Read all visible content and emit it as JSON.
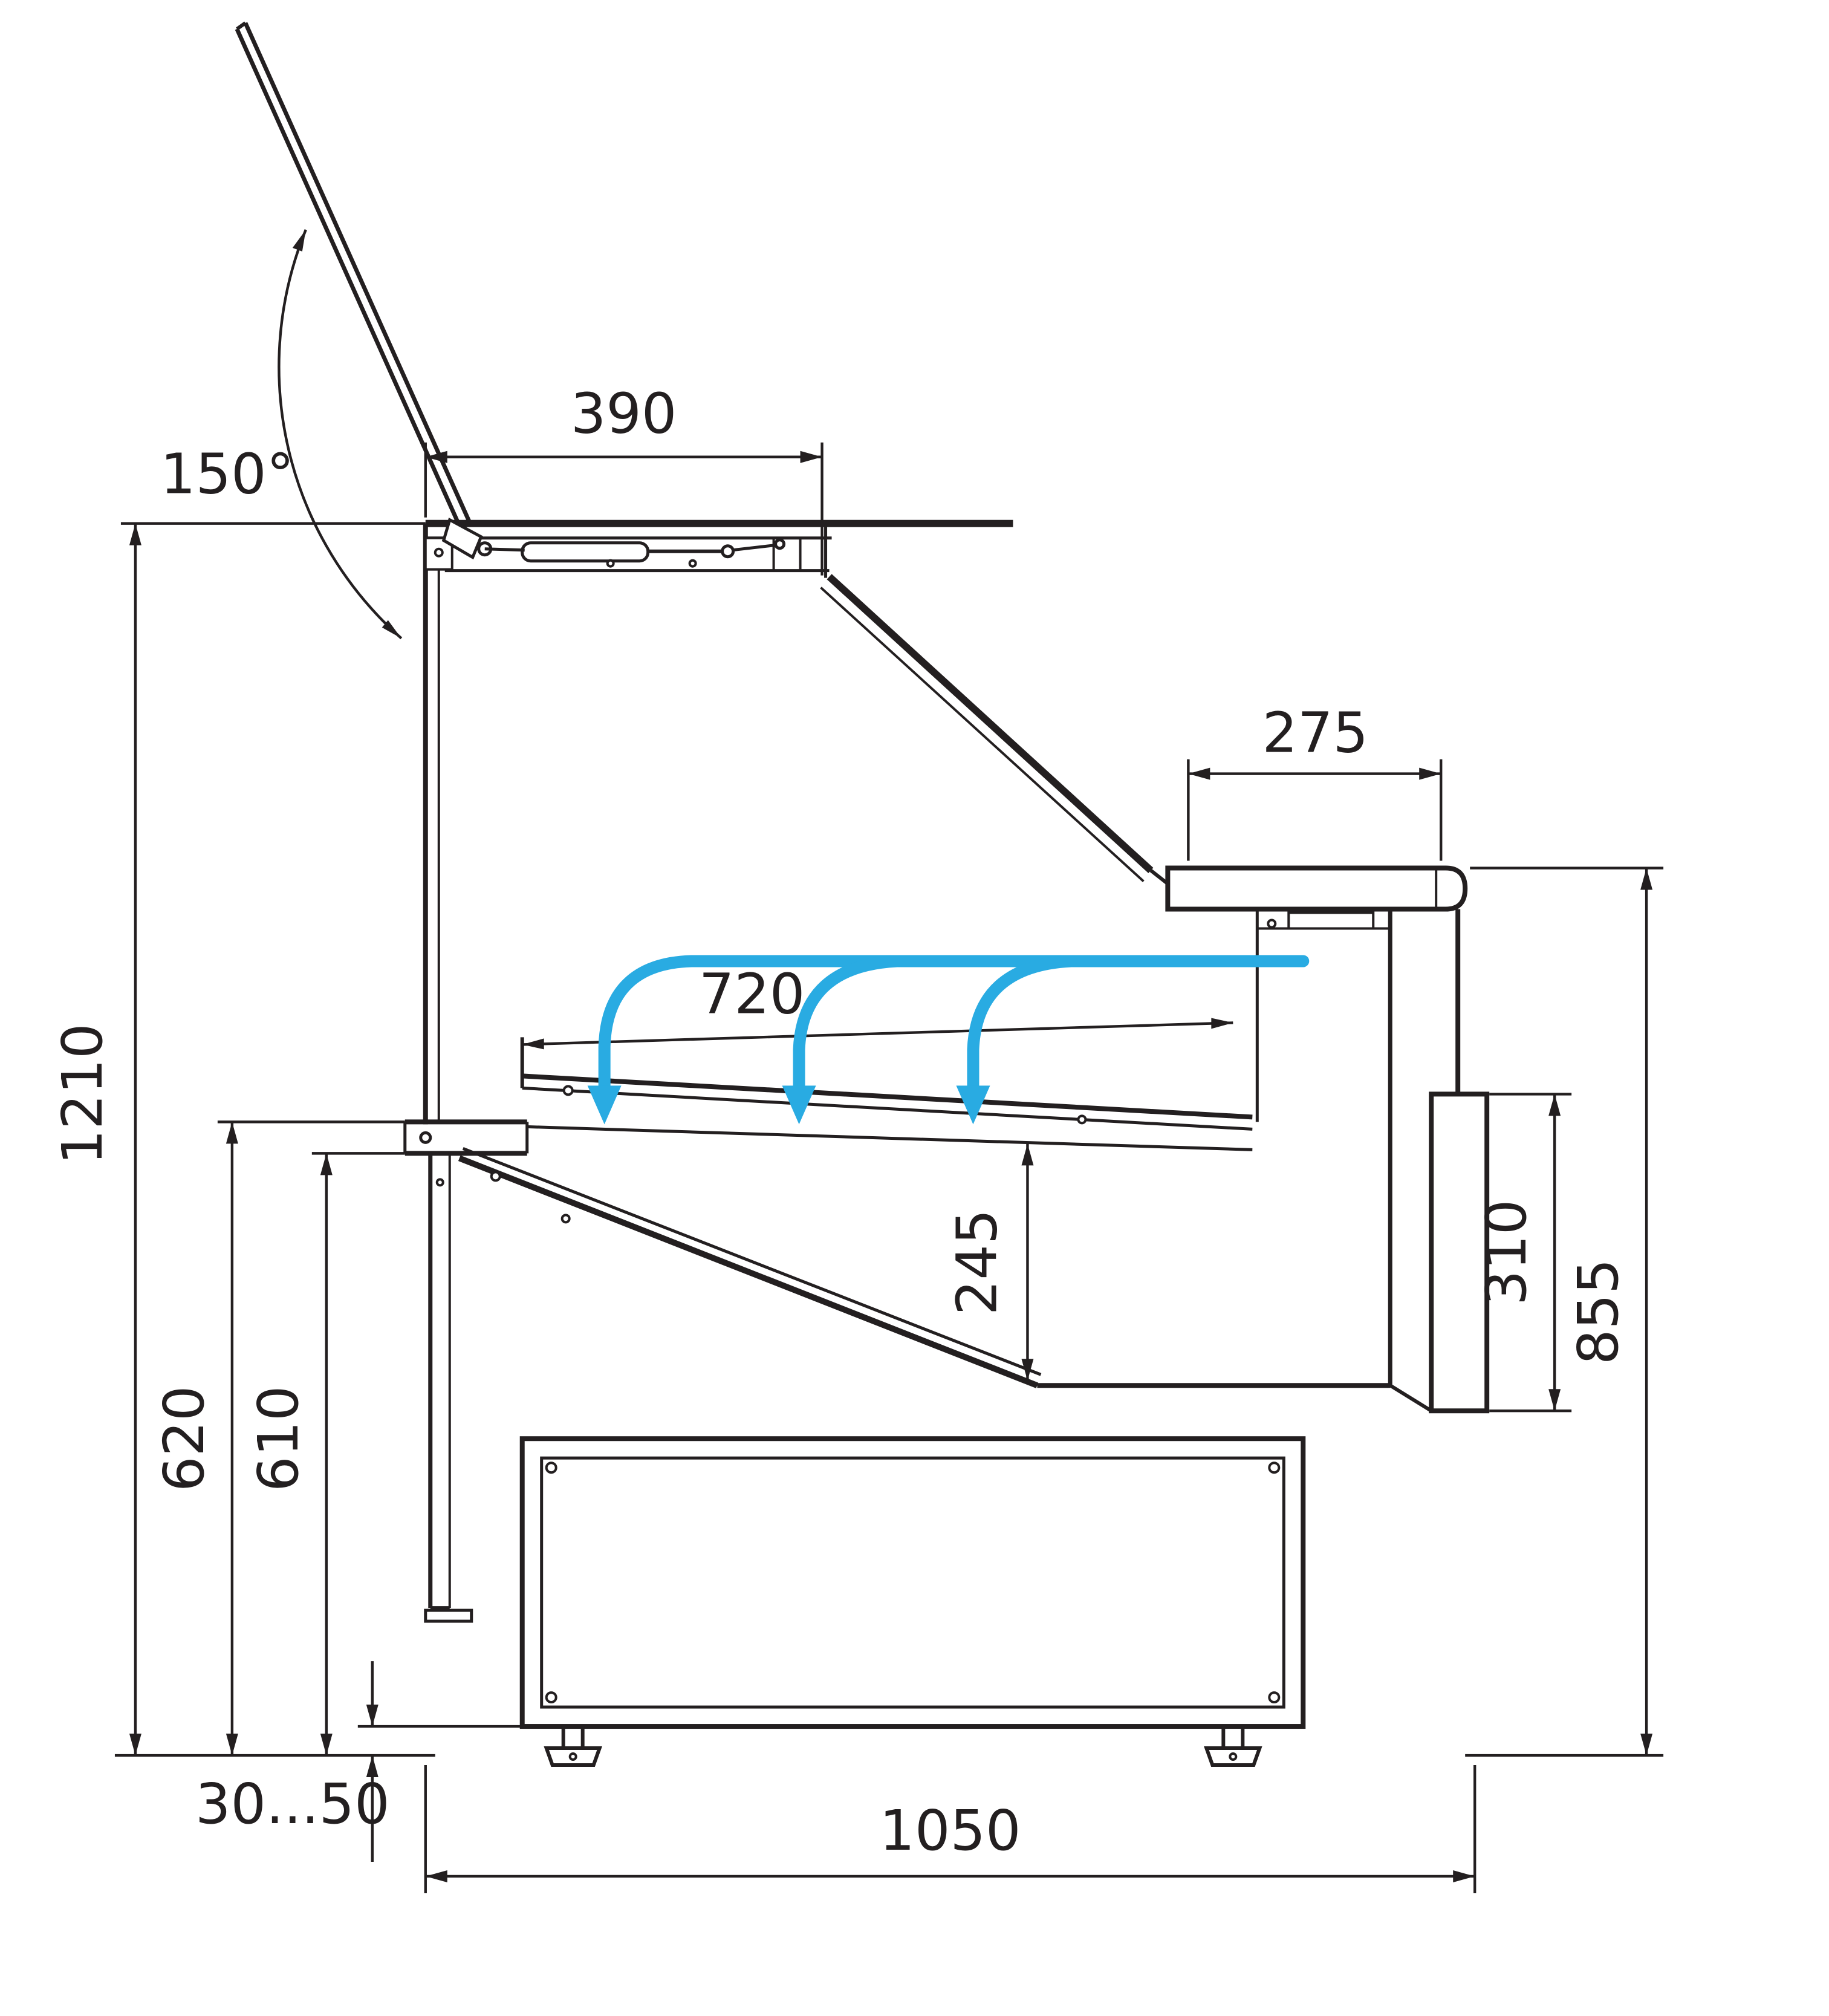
{
  "diagram": {
    "kind": "technical-drawing",
    "subject": "Refrigerated serve-over counter - side section with dimensions and airflow",
    "colors": {
      "line": "#231f20",
      "airflow": "#29abe2",
      "background": "#ffffff"
    },
    "labels": {
      "lid_angle": "150°",
      "lid_depth": "390",
      "rear_top_depth": "275",
      "deck_depth": "720",
      "overall_height": "1210",
      "front_height_outer": "620",
      "front_height_inner": "610",
      "well_height": "245",
      "rear_opening_height": "310",
      "rear_height": "855",
      "feet_adjustment": "30...50",
      "base_depth": "1050"
    }
  }
}
